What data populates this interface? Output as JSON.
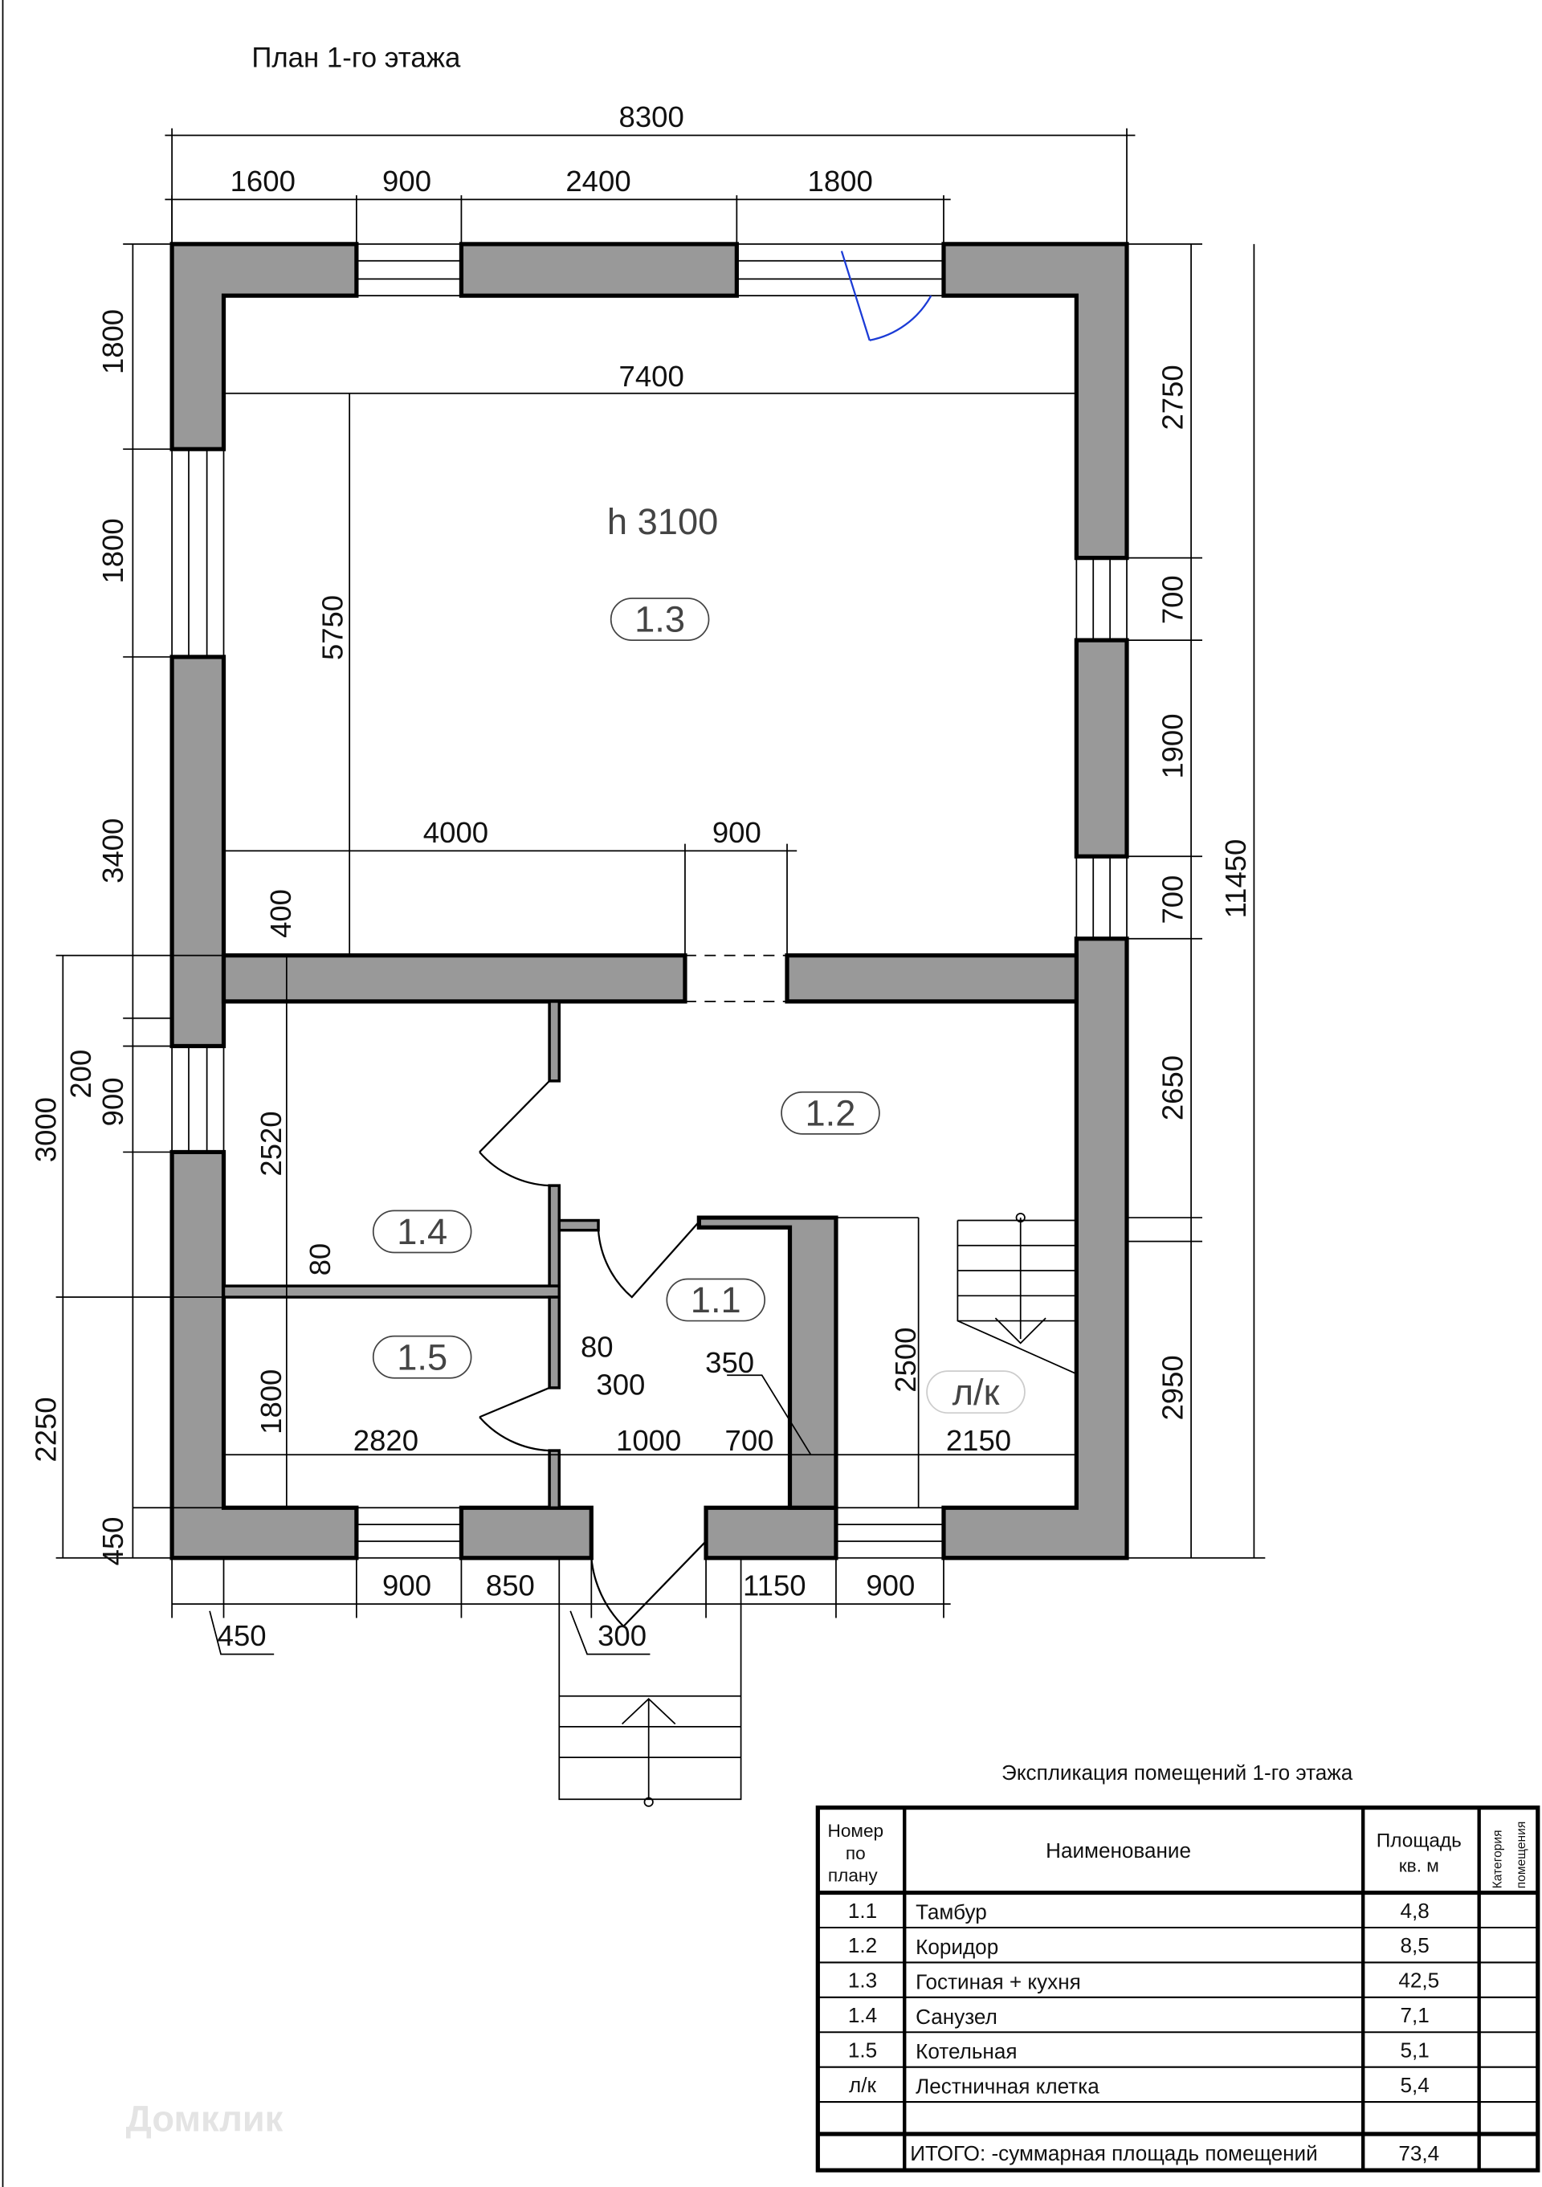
{
  "title": "План 1-го этажа",
  "height_label": "h 3100",
  "rooms": [
    "1.3",
    "1.2",
    "1.4",
    "1.1",
    "1.5",
    "л/к"
  ],
  "dims": [
    "8300",
    "1600",
    "900",
    "2400",
    "1800",
    "7400",
    "4000",
    "900",
    "5750",
    "1800",
    "1800",
    "3400",
    "400",
    "3000",
    "200",
    "900",
    "2520",
    "80",
    "2250",
    "1800",
    "450",
    "2820",
    "450",
    "2750",
    "700",
    "1900",
    "700",
    "11450",
    "2650",
    "2950",
    "2500",
    "80",
    "300",
    "350",
    "1000",
    "700",
    "2150",
    "900",
    "850",
    "1150",
    "900",
    "300"
  ],
  "table": {
    "title": "Экспликация помещений 1-го этажа",
    "headers": {
      "num": [
        "Номер",
        "по",
        "плану"
      ],
      "name": "Наименование",
      "area": [
        "Площадь",
        "кв. м"
      ],
      "cat": [
        "Категория",
        "помещения"
      ]
    },
    "rows": [
      {
        "num": "1.1",
        "name": "Тамбур",
        "area": "4,8"
      },
      {
        "num": "1.2",
        "name": "Коридор",
        "area": "8,5"
      },
      {
        "num": "1.3",
        "name": "Гостиная + кухня",
        "area": "42,5"
      },
      {
        "num": "1.4",
        "name": "Санузел",
        "area": "7,1"
      },
      {
        "num": "1.5",
        "name": "Котельная",
        "area": "5,1"
      },
      {
        "num": "л/к",
        "name": "Лестничная клетка",
        "area": "5,4"
      }
    ],
    "total_label": "ИТОГО:  -суммарная площадь помещений",
    "total_area": "73,4"
  },
  "watermark": "Домклик"
}
